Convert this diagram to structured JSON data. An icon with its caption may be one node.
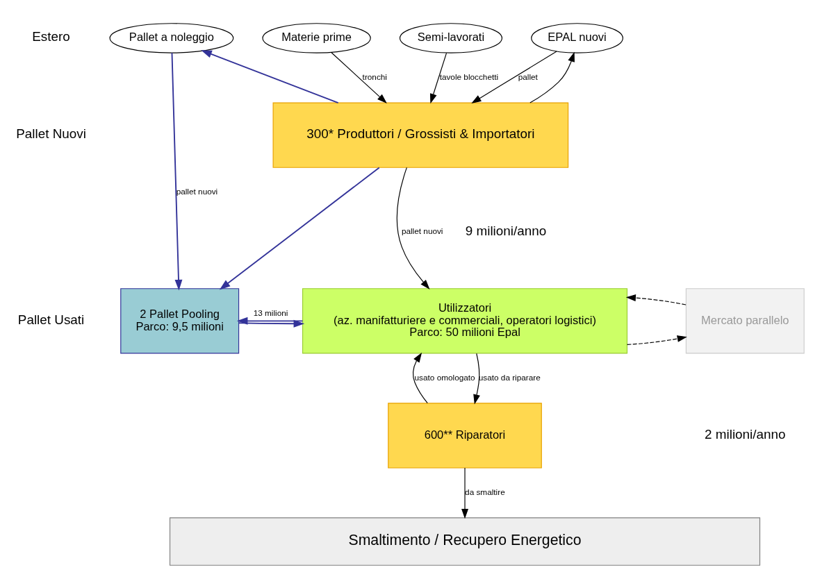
{
  "diagram": {
    "nodes": [
      {
        "text": [
          "Pallet a noleggio"
        ]
      },
      {
        "text": [
          "Materie prime"
        ]
      },
      {
        "text": [
          "Semi-lavorati"
        ]
      },
      {
        "text": [
          "EPAL nuovi"
        ]
      },
      {
        "text": [
          "300* Produttori / Grossisti & Importatori"
        ]
      },
      {
        "text": [
          "2 Pallet Pooling",
          "Parco: 9,5 milioni"
        ]
      },
      {
        "text": [
          "Utilizzatori",
          "(az. manifatturiere e commerciali, operatori logistici)",
          "Parco: 50 milioni Epal"
        ]
      },
      {
        "text": [
          "Mercato parallelo"
        ]
      },
      {
        "text": [
          "600** Riparatori"
        ]
      },
      {
        "text": [
          "Smaltimento / Recupero Energetico"
        ]
      }
    ],
    "edges": [
      {
        "from": 1,
        "to": 4,
        "arrow": "to",
        "label": "tronchi"
      },
      {
        "from": 2,
        "to": 4,
        "arrow": "to",
        "label": "tavole blocchetti"
      },
      {
        "from": 4,
        "to": 3,
        "arrow": "to"
      },
      {
        "from": 3,
        "to": 4,
        "arrow": "to",
        "label": "pallet"
      },
      {
        "from": 4,
        "to": 0,
        "arrow": "to",
        "color": "#333399"
      },
      {
        "from": 0,
        "to": 5,
        "arrow": "to",
        "label": "pallet nuovi",
        "color": "#333399"
      },
      {
        "from": 4,
        "to": 5,
        "arrow": "to",
        "color": "#333399"
      },
      {
        "from": 4,
        "to": 6,
        "arrow": "to",
        "label": "pallet nuovi"
      },
      {
        "from": 5,
        "to": 6,
        "arrow": "to",
        "color": "#333399"
      },
      {
        "from": 6,
        "to": 5,
        "arrow": "to",
        "label": "13 milioni",
        "color": "#333399"
      },
      {
        "from": 6,
        "to": 7,
        "arrow": "to",
        "style": "dashed"
      },
      {
        "from": 7,
        "to": 6,
        "arrow": "to",
        "style": "dashed"
      },
      {
        "from": 8,
        "to": 6,
        "arrow": "to",
        "label": "usato omologato"
      },
      {
        "from": 6,
        "to": 8,
        "arrow": "to",
        "label": "usato da riparare"
      },
      {
        "from": 8,
        "to": 9,
        "arrow": "to",
        "label": "da smaltire"
      }
    ],
    "labels": [
      "Estero",
      "Pallet Nuovi",
      "9 milioni/anno",
      "Pallet Usati",
      "2 milioni/anno"
    ]
  }
}
